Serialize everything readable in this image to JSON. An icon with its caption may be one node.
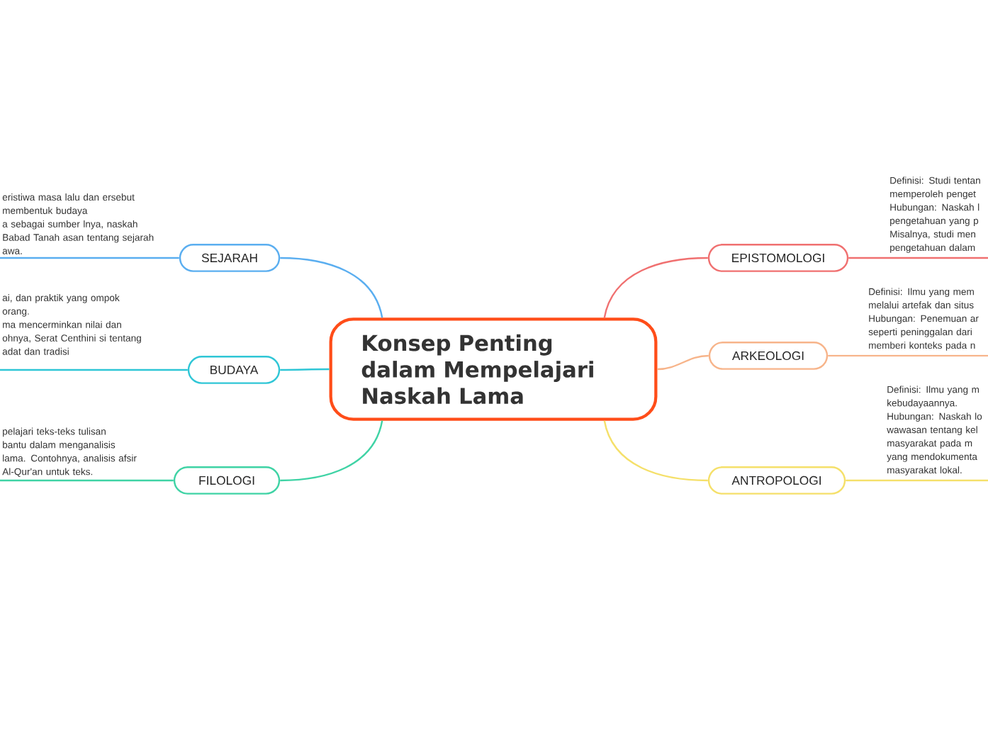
{
  "diagram": {
    "nodes": [
      {
        "text": [
          "Konsep Penting dalam Mempelajari Naskah Lama"
        ]
      },
      {
        "text": [
          "SEJARAH"
        ]
      },
      {
        "text": [
          "eristiwa masa lalu dan ersebut membentuk budaya",
          "a sebagai sumber lnya, naskah Babad Tanah asan tentang sejarah awa."
        ]
      },
      {
        "text": [
          "BUDAYA"
        ]
      },
      {
        "text": [
          "ai, dan praktik yang ompok orang.",
          "ma mencerminkan nilai dan ohnya, Serat Centhini si tentang adat dan tradisi"
        ]
      },
      {
        "text": [
          "FILOLOGI"
        ]
      },
      {
        "text": [
          "pelajari teks-teks tulisan",
          "bantu dalam menganalisis lama. Contohnya, analisis afsir Al-Qur'an untuk teks."
        ]
      },
      {
        "text": [
          "EPISTOMOLOGI"
        ]
      },
      {
        "text": [
          "Definisi: Studi tentan memperoleh penget",
          "Hubungan: Naskah l pengetahuan yang p Misalnya, studi men pengetahuan dalam"
        ]
      },
      {
        "text": [
          "ARKEOLOGI"
        ]
      },
      {
        "text": [
          "Definisi: Ilmu yang mem melalui artefak dan situs",
          "Hubungan: Penemuan ar seperti peninggalan dari memberi konteks pada n"
        ]
      },
      {
        "text": [
          "ANTROPOLOGI"
        ]
      },
      {
        "text": [
          "Definisi: Ilmu yang m kebudayaannya.",
          "Hubungan: Naskah lo wawasan tentang kel masyarakat pada m yang mendokumenta masyarakat lokal."
        ]
      }
    ],
    "edges": [
      {
        "from": 0,
        "to": 1,
        "arrow": "none",
        "color": "#5aaef0"
      },
      {
        "from": 1,
        "to": 2,
        "arrow": "none",
        "color": "#5aaef0"
      },
      {
        "from": 0,
        "to": 3,
        "arrow": "none",
        "color": "#2fc6d6"
      },
      {
        "from": 3,
        "to": 4,
        "arrow": "none",
        "color": "#2fc6d6"
      },
      {
        "from": 0,
        "to": 5,
        "arrow": "none",
        "color": "#3fd3a5"
      },
      {
        "from": 5,
        "to": 6,
        "arrow": "none",
        "color": "#3fd3a5"
      },
      {
        "from": 0,
        "to": 7,
        "arrow": "none",
        "color": "#f07070"
      },
      {
        "from": 7,
        "to": 8,
        "arrow": "none",
        "color": "#f07070"
      },
      {
        "from": 0,
        "to": 9,
        "arrow": "none",
        "color": "#f7b48a"
      },
      {
        "from": 9,
        "to": 10,
        "arrow": "none",
        "color": "#f7b48a"
      },
      {
        "from": 0,
        "to": 11,
        "arrow": "none",
        "color": "#f5e06a"
      },
      {
        "from": 11,
        "to": 12,
        "arrow": "none",
        "color": "#f5e06a"
      }
    ]
  }
}
